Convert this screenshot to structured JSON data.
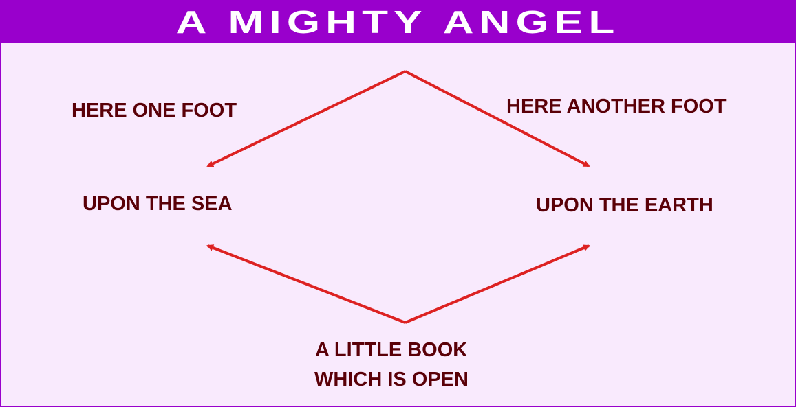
{
  "title": "A MIGHTY ANGEL",
  "labels": {
    "one_foot": "HERE ONE FOOT",
    "another_foot": "HERE ANOTHER FOOT",
    "sea": "UPON THE SEA",
    "earth": "UPON THE EARTH",
    "book_line1": "A LITTLE BOOK",
    "book_line2": "WHICH IS OPEN"
  },
  "colors": {
    "header": "#9900cc",
    "background": "#f9eafd",
    "text": "#5a0008",
    "arrow": "#dd2222"
  }
}
